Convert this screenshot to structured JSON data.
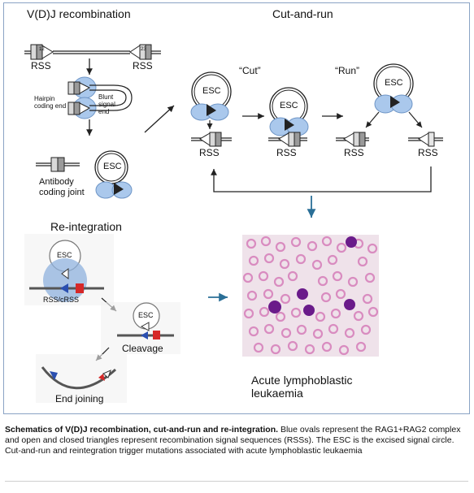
{
  "titles": {
    "vdj": "V(D)J recombination",
    "cut_and_run": "Cut-and-run",
    "reintegration": "Re-integration"
  },
  "labels": {
    "rss": "RSS",
    "twelve": "12",
    "twenty_three": "23",
    "esc": "ESC",
    "hairpin": "Hairpin coding end",
    "blunt": "Blunt signal end",
    "antibody": "Antibody coding joint",
    "cut": "“Cut”",
    "run": "“Run”",
    "rss_crss": "RSS/cRSS",
    "cleavage": "Cleavage",
    "end_joining": "End joining",
    "leukaemia": "Acute lymphoblastic leukaemia"
  },
  "caption": {
    "bold": "Schematics of V(D)J recombination, cut-and-run and re-integration.",
    "text": " Blue ovals represent the RAG1+RAG2 complex and open and closed triangles represent recombination signal sequences (RSSs). The ESC is the excised signal circle. Cut-and-run and reintegration trigger mutations associated with acute lymphoblastic leukaemia"
  },
  "colors": {
    "rag_blue": "#aac8ec",
    "rag_outline": "#6e95c6",
    "arrow_blue": "#2a6f97",
    "frame": "#8aa3c4",
    "blast_purple": "#6a1b8a",
    "rbc_pink": "#e6a3cf"
  }
}
